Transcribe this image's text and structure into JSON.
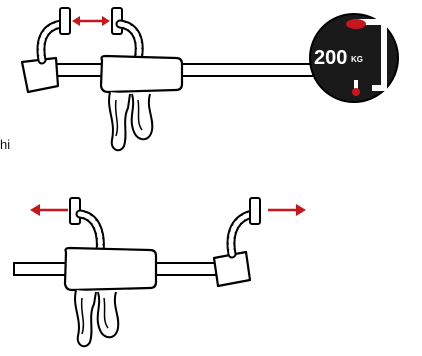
{
  "colors": {
    "outline": "#000000",
    "fill": "#ffffff",
    "arrow": "#c8161d",
    "badge": "#1a1a1a",
    "badge_text": "#ffffff",
    "badge_accent": "#c8161d"
  },
  "load_badge": {
    "value": "200",
    "unit": "KG"
  },
  "partial_label": "hi",
  "icons": {
    "top_arrow": "double-headed-arrow",
    "left_arrow": "left-arrow",
    "right_arrow": "right-arrow",
    "badge_icon": "c-clamp-icon"
  }
}
